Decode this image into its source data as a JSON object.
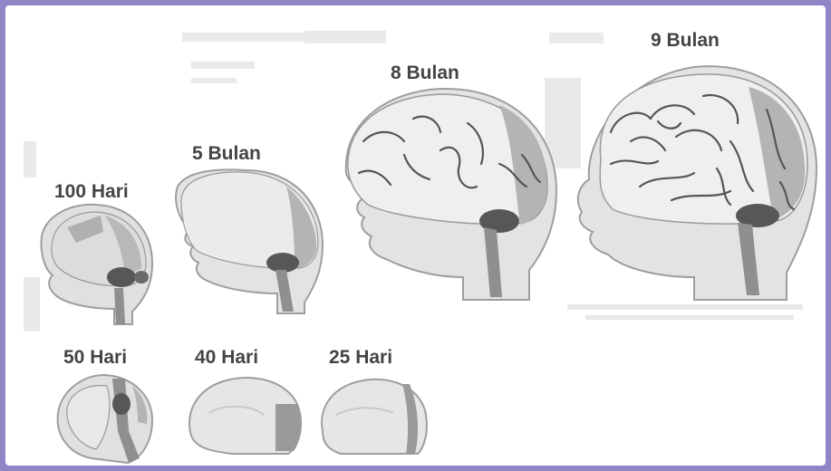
{
  "colors": {
    "frame": "#8e86c6",
    "background": "#ffffff",
    "head_fill": "#e3e3e3",
    "head_outline": "#9e9e9e",
    "brain_fill": "#efefef",
    "gyri": "#555555",
    "ventricle": "#a9a9a9",
    "cerebellum": "#575757",
    "spine": "#8f8f8f",
    "label_text": "#444444"
  },
  "stages": [
    {
      "id": "100-hari",
      "label": "100 Hari"
    },
    {
      "id": "5-bulan",
      "label": "5 Bulan"
    },
    {
      "id": "8-bulan",
      "label": "8 Bulan"
    },
    {
      "id": "9-bulan",
      "label": "9 Bulan"
    },
    {
      "id": "50-hari",
      "label": "50 Hari"
    },
    {
      "id": "40-hari",
      "label": "40 Hari"
    },
    {
      "id": "25-hari",
      "label": "25 Hari"
    }
  ]
}
